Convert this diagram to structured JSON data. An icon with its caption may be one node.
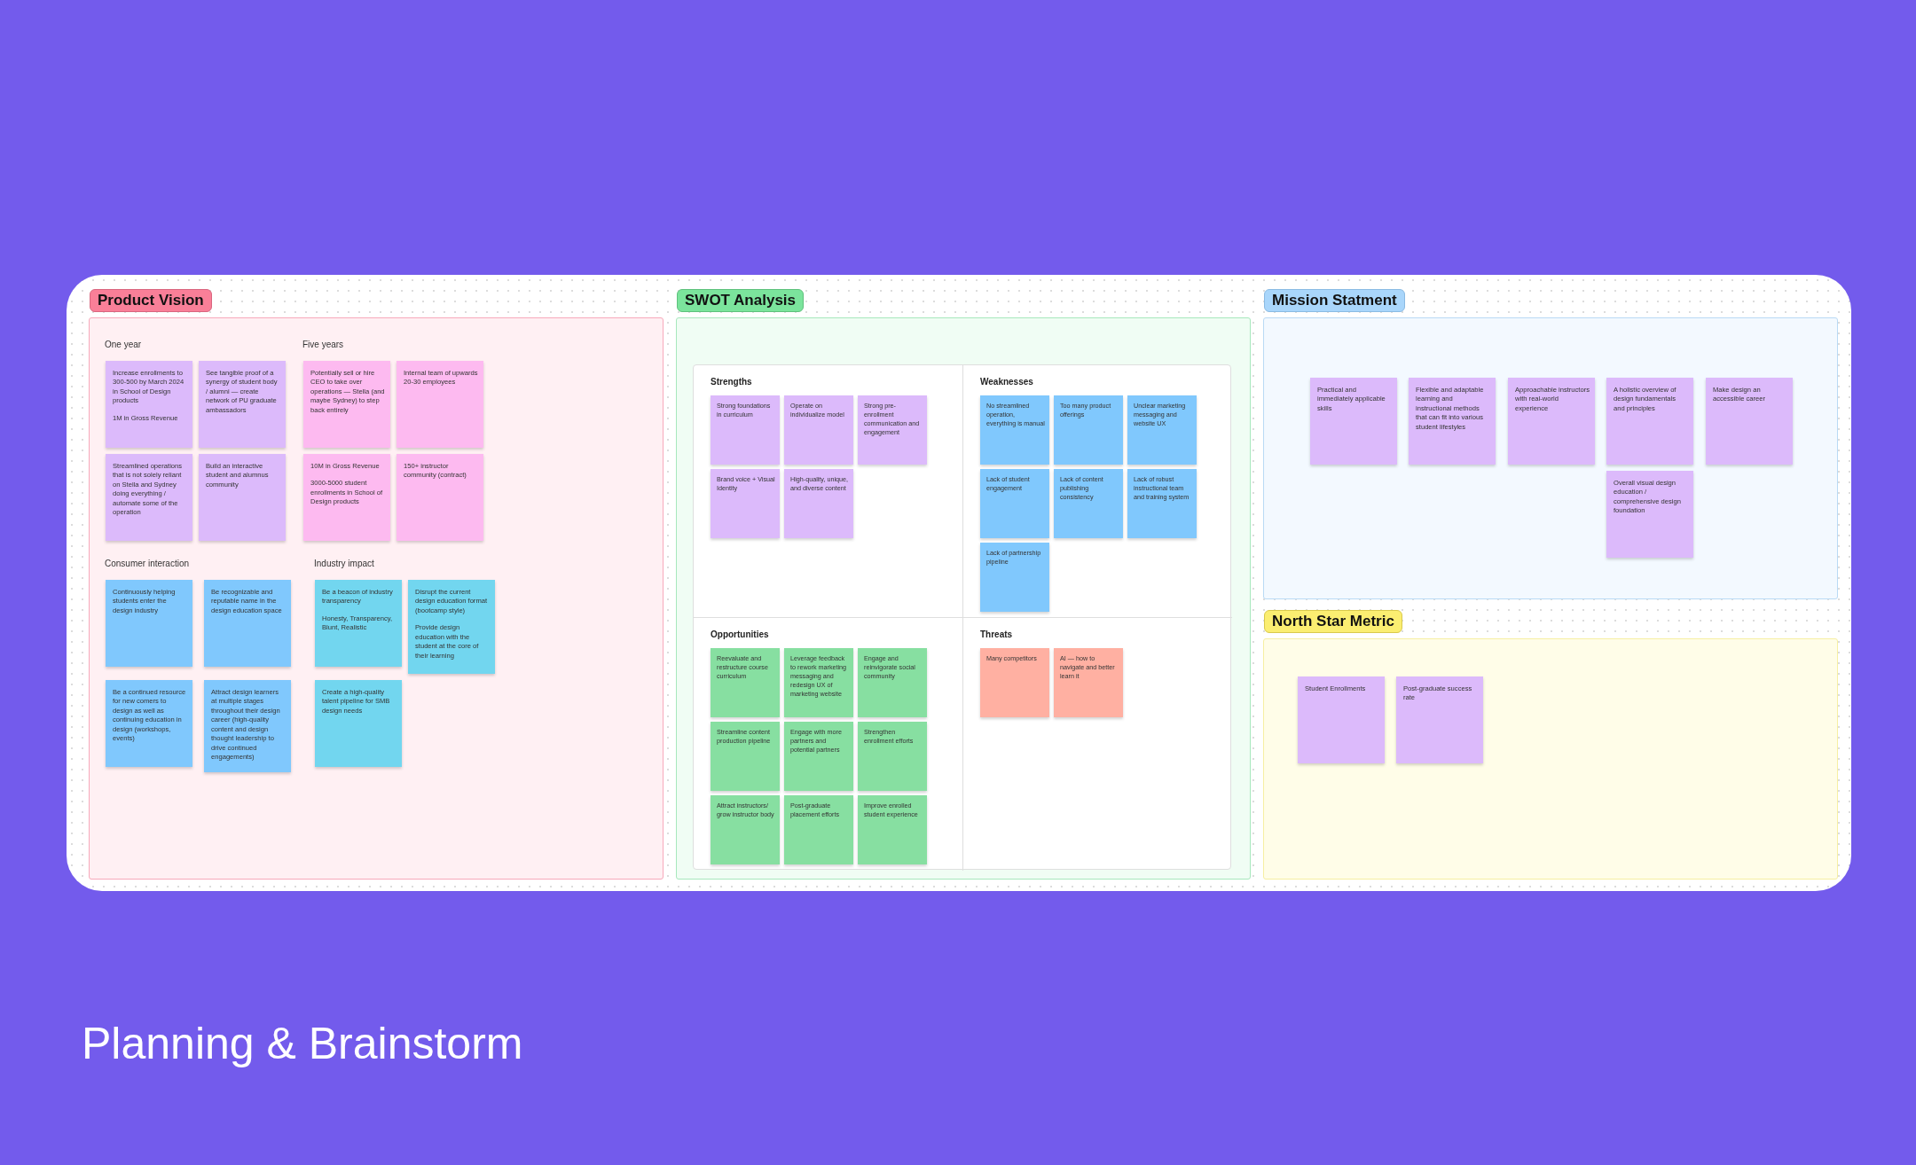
{
  "diagram": {
    "title": "Planning & Brainstorm",
    "nodes": [
      {
        "text": [
          "Product Vision"
        ]
      },
      {
        "text": [
          "Increase enrollments to 300-500 by March 2024 in School of Design products",
          "1M in Gross Revenue"
        ],
        "in": 0
      },
      {
        "text": [
          "See tangible proof of a synergy of student body / alumni — create network of PU graduate ambassadors"
        ],
        "in": 0
      },
      {
        "text": [
          "Streamlined operations that is not solely reliant on Stella and Sydney doing everything / automate some of the operation"
        ],
        "in": 0
      },
      {
        "text": [
          "Build an interactive student and alumnus community"
        ],
        "in": 0
      },
      {
        "text": [
          "Potentially sell or hire CEO to take over operations — Stella (and maybe Sydney) to step back entirely"
        ],
        "in": 0
      },
      {
        "text": [
          "Internal team of upwards 20-30 employees"
        ],
        "in": 0
      },
      {
        "text": [
          "10M in Gross Revenue",
          "3000-5000 student enrollments in School of Design products"
        ],
        "in": 0
      },
      {
        "text": [
          "150+ instructor community (contract)"
        ],
        "in": 0
      },
      {
        "text": [
          "Continuously helping students enter the design industry"
        ],
        "in": 0
      },
      {
        "text": [
          "Be recognizable and reputable name in the design education space"
        ],
        "in": 0
      },
      {
        "text": [
          "Be a continued resource for new comers to design as well as continuing education in design (workshops, events)"
        ],
        "in": 0
      },
      {
        "text": [
          "Attract design learners at multiple stages throughout their design career (high-quality content and design thought leadership to drive continued engagements)"
        ],
        "in": 0
      },
      {
        "text": [
          "Be a beacon of industry transparency",
          "Honesty, Transparency, Blunt, Realistic"
        ],
        "in": 0
      },
      {
        "text": [
          "Disrupt the current design education format (bootcamp style)",
          "Provide design education with the student at the core of their learning"
        ],
        "in": 0
      },
      {
        "text": [
          "Create a high-quality talent pipeline for SMB design needs"
        ],
        "in": 0
      },
      {
        "text": [
          "SWOT Analysis"
        ]
      },
      {
        "text": [],
        "shape": "box",
        "in": 16
      },
      {
        "text": [
          "Strengths"
        ],
        "in": 17
      },
      {
        "text": [
          "Strong foundations in curriculum"
        ],
        "in": 18
      },
      {
        "text": [
          "Operate on individualize model"
        ],
        "in": 18
      },
      {
        "text": [
          "Strong pre-enrollment communication and engagement"
        ],
        "in": 18
      },
      {
        "text": [
          "Brand voice + Visual Identity"
        ],
        "in": 18
      },
      {
        "text": [
          "High-quality, unique, and diverse content"
        ],
        "in": 18
      },
      {
        "text": [
          "Weaknesses"
        ],
        "in": 17
      },
      {
        "text": [
          "No streamlined operation, everything is manual"
        ],
        "in": 24
      },
      {
        "text": [
          "Too many product offerings"
        ],
        "in": 24
      },
      {
        "text": [
          "Unclear marketing messaging and website UX"
        ],
        "in": 24
      },
      {
        "text": [
          "Lack of student engagement"
        ],
        "in": 24
      },
      {
        "text": [
          "Lack of content publishing consistency"
        ],
        "in": 24
      },
      {
        "text": [
          "Lack of robust instructional team and training system"
        ],
        "in": 24
      },
      {
        "text": [
          "Lack of partnership pipeline"
        ],
        "in": 24
      },
      {
        "text": [
          "Opportunities"
        ],
        "in": 17
      },
      {
        "text": [
          "Reevaluate and restructure course curriculum"
        ],
        "in": 32
      },
      {
        "text": [
          "Leverage feedback to rework marketing messaging and redesign UX of marketing website"
        ],
        "in": 32
      },
      {
        "text": [
          "Engage and reinvigorate social community"
        ],
        "in": 32
      },
      {
        "text": [
          "Streamline content production pipeline"
        ],
        "in": 32
      },
      {
        "text": [
          "Engage with more partners and potential partners"
        ],
        "in": 32
      },
      {
        "text": [
          "Strengthen enrollment efforts"
        ],
        "in": 32
      },
      {
        "text": [
          "Attract instructors/ grow instructor body"
        ],
        "in": 32
      },
      {
        "text": [
          "Post-graduate placement efforts"
        ],
        "in": 32
      },
      {
        "text": [
          "Improve enrolled student experience"
        ],
        "in": 32
      },
      {
        "text": [
          "Threats"
        ],
        "in": 17
      },
      {
        "text": [
          "Many competitors"
        ],
        "in": 42
      },
      {
        "text": [
          "AI — how to navigate and better learn it"
        ],
        "in": 42
      },
      {
        "text": [
          "Mission Statment"
        ]
      },
      {
        "text": [
          "Practical and immediately applicable skills"
        ],
        "in": 45
      },
      {
        "text": [
          "Flexible and adaptable learning and instructional methods that can fit into various student lifestyles"
        ],
        "in": 45
      },
      {
        "text": [
          "Approachable instructors with real-world experience"
        ],
        "in": 45
      },
      {
        "text": [
          "A holistic overview of design fundamentals and principles"
        ],
        "in": 45
      },
      {
        "text": [
          "Make design an accessible career"
        ],
        "in": 45
      },
      {
        "text": [
          "Overall visual design education / comprehensive design foundation"
        ],
        "in": 45
      },
      {
        "text": [
          "North Star Metric"
        ]
      },
      {
        "text": [
          "Student Enrollments"
        ],
        "in": 52
      },
      {
        "text": [
          "Post-graduate success rate"
        ],
        "in": 52
      }
    ],
    "labels": [
      "One year",
      "Five years",
      "Consumer interaction",
      "Industry impact"
    ]
  }
}
